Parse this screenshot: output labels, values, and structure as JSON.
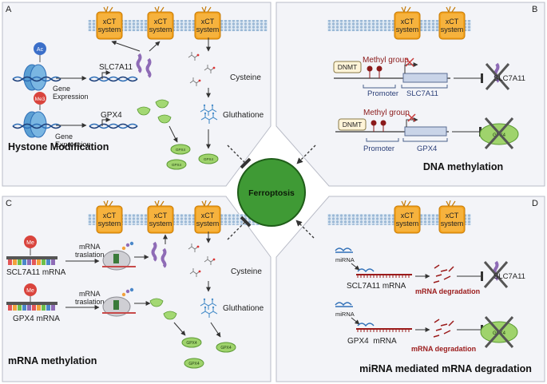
{
  "center": {
    "label": "Ferroptosis"
  },
  "xct": {
    "line1": "xCT",
    "line2": "system"
  },
  "panels": {
    "A": {
      "letter": "A",
      "title": "Hystone Modification",
      "ac_badge": "Ac",
      "me3_badge": "Me3",
      "gene_expression": "Gene",
      "gene_expression_2": "Expression",
      "slc_gene": "SLC7A11",
      "gpx_gene": "GPX4",
      "cysteine": "Cysteine",
      "gluthatione": "Gluthatione",
      "gpx4_tag": "GPX4"
    },
    "B": {
      "letter": "B",
      "title": "DNA methylation",
      "dnmt": "DNMT",
      "methyl_group": "Methyl group",
      "promoter": "Promoter",
      "slc_gene": "SLC7A11",
      "slc_protein": "SLC7A11",
      "gpx_gene": "GPX4",
      "gpx_protein": "GPX4"
    },
    "C": {
      "letter": "C",
      "title": "mRNA methylation",
      "me_badge": "Me",
      "slc_mrna": "SCL7A11 mRNA",
      "gpx_mrna": "GPX4 mRNA",
      "translation_1": "mRNA",
      "translation_2": "traslation",
      "cysteine": "Cysteine",
      "gluthatione": "Gluthatione",
      "gpx4_tag": "GPX4"
    },
    "D": {
      "letter": "D",
      "title": "miRNA mediated mRNA degradation",
      "mirna": "miRNA",
      "slc_mrna": "SCL7A11 mRNA",
      "gpx_mrna": "GPX4  mRNA",
      "degradation": "mRNA degradation",
      "slc_protein": "SLC7A11",
      "gpx_protein": "GPX4"
    }
  },
  "colors": {
    "panel_bg": "#f3f4f8",
    "panel_border": "#b9bcc7",
    "membrane": "#a9c3dd",
    "transporter": "#f3a21d",
    "center_fill": "#3f9a35",
    "protein_green": "#9fd36c",
    "purple": "#8e6bb6",
    "methyl": "#8b1a1a",
    "degradation_text": "#9b1b1b"
  }
}
